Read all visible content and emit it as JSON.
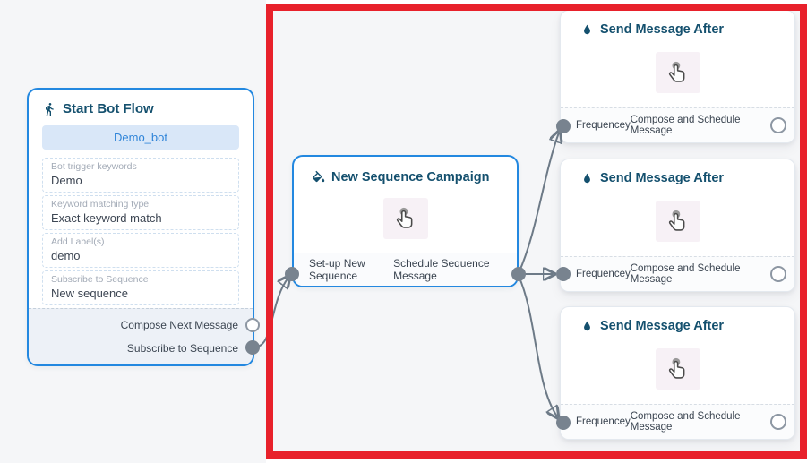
{
  "colors": {
    "accent_blue": "#2388e0",
    "title_navy": "#14506e",
    "highlight_red": "#e8212b",
    "edge_gray": "#6d7a87",
    "connector_gray": "#78838f"
  },
  "start_node": {
    "title": "Start Bot Flow",
    "bot_button": "Demo_bot",
    "fields": [
      {
        "label": "Bot trigger keywords",
        "value": "Demo"
      },
      {
        "label": "Keyword matching type",
        "value": "Exact keyword match"
      },
      {
        "label": "Add Label(s)",
        "value": "demo"
      },
      {
        "label": "Subscribe to Sequence",
        "value": "New sequence"
      }
    ],
    "outputs": [
      {
        "label": "Compose Next Message"
      },
      {
        "label": "Subscribe to Sequence"
      }
    ]
  },
  "sequence_node": {
    "title": "New Sequence Campaign",
    "outputs": [
      {
        "label": "Set-up New Sequence"
      },
      {
        "label": "Schedule Sequence Message"
      }
    ]
  },
  "message_nodes": [
    {
      "title": "Send Message After",
      "input_label": "Frequencey",
      "output_label": "Compose and Schedule Message"
    },
    {
      "title": "Send Message After",
      "input_label": "Frequencey",
      "output_label": "Compose and Schedule Message"
    },
    {
      "title": "Send Message After",
      "input_label": "Frequencey",
      "output_label": "Compose and Schedule Message"
    }
  ]
}
